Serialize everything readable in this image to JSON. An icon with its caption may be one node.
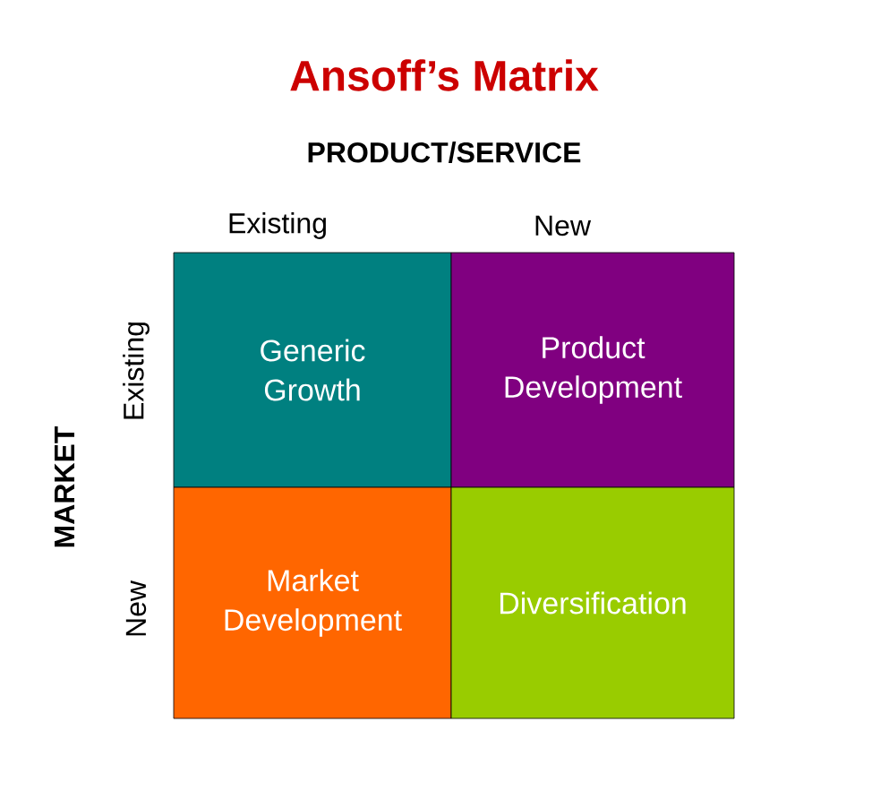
{
  "diagram": {
    "title": "Ansoff’s Matrix",
    "nodes": [
      {
        "text": [
          "Generic Growth"
        ]
      },
      {
        "text": [
          "Product Development"
        ]
      },
      {
        "text": [
          "Market Development"
        ]
      },
      {
        "text": [
          "Diversification"
        ]
      }
    ],
    "labels": [
      "PRODUCT/SERVICE",
      "Existing",
      "New",
      "MARKET",
      "Existing",
      "New"
    ]
  }
}
